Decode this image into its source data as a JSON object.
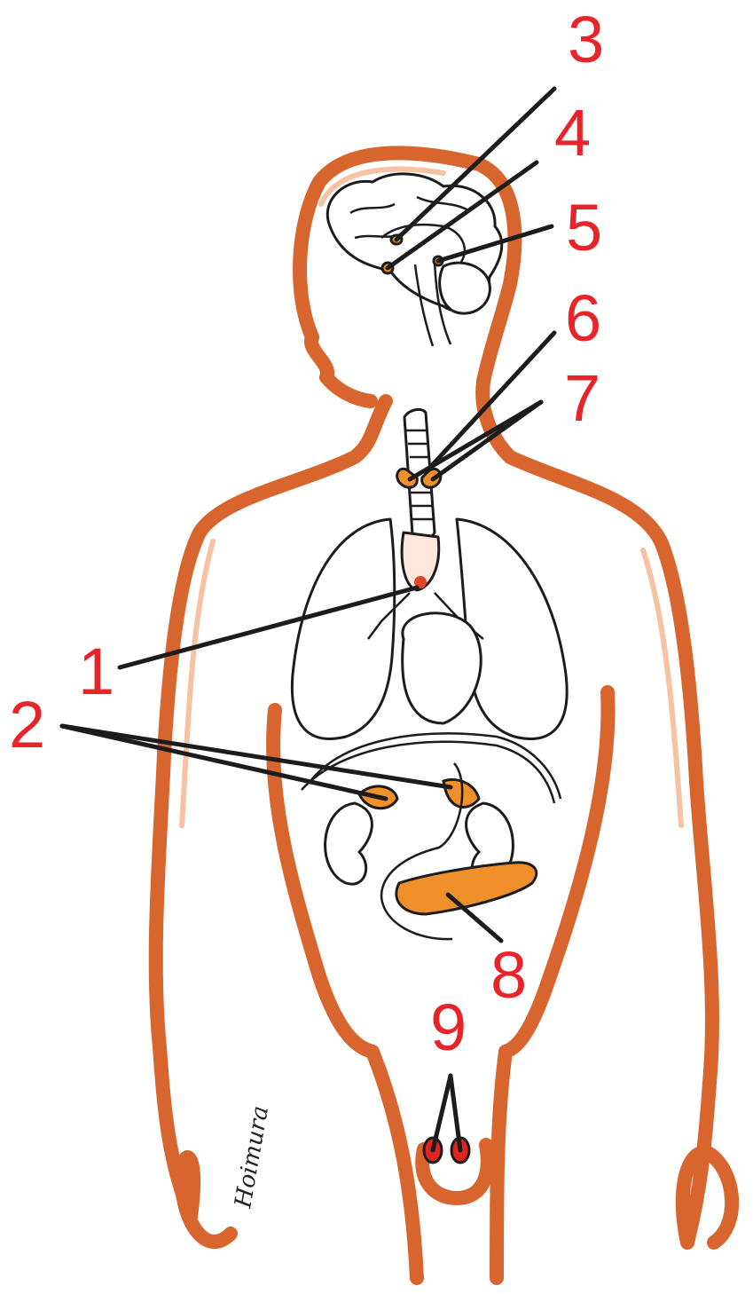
{
  "diagram": {
    "callouts": [
      {
        "id": "1",
        "label": "1"
      },
      {
        "id": "2",
        "label": "2"
      },
      {
        "id": "3",
        "label": "3"
      },
      {
        "id": "4",
        "label": "4"
      },
      {
        "id": "5",
        "label": "5"
      },
      {
        "id": "6",
        "label": "6"
      },
      {
        "id": "7",
        "label": "7"
      },
      {
        "id": "8",
        "label": "8"
      },
      {
        "id": "9",
        "label": "9"
      }
    ],
    "signature": "Hoimura",
    "colors": {
      "label": "#e8232a",
      "skin": "#d8642e",
      "gland": "#f0902a",
      "gonad": "#e0231f",
      "line": "#1c1c1c"
    }
  }
}
